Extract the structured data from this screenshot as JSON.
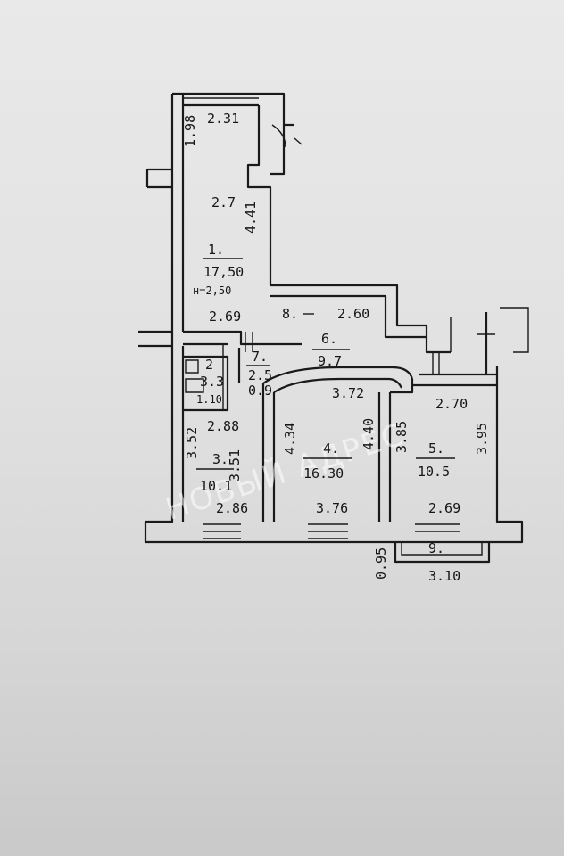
{
  "rooms": [
    {
      "number": "1.",
      "area": "17,50",
      "height": "н=2,50"
    },
    {
      "number": "2",
      "area": "3.3",
      "extra": "1.10"
    },
    {
      "number": "3.",
      "area": "10.1"
    },
    {
      "number": "4.",
      "area": "16.30"
    },
    {
      "number": "5.",
      "area": "10.5"
    },
    {
      "number": "6.",
      "area": "9.7"
    },
    {
      "number": "7.",
      "area": "2.5",
      "extra": "0.9"
    },
    {
      "number": "8.",
      "area": ""
    },
    {
      "number": "9.",
      "area": ""
    }
  ],
  "dimensions": {
    "room1_top": "2.31",
    "room1_side_top": "1.98",
    "room1_width_mid": "2.7",
    "room1_length": "4.41",
    "room1_bottom": "2.69",
    "room6_top": "2.60",
    "room3_top": "2.88",
    "room3_left": "3.52",
    "room3_right": "3.51",
    "room3_bottom": "2.86",
    "room4_top": "3.72",
    "room4_left": "4.34",
    "room4_right": "4.40",
    "room4_bottom": "3.76",
    "room5_top": "2.70",
    "room5_left": "3.85",
    "room5_right": "3.95",
    "room5_bottom": "2.69",
    "balcony_width": "3.10",
    "balcony_depth": "0.95"
  },
  "watermark": "НОВЫЙ АДРЕС"
}
